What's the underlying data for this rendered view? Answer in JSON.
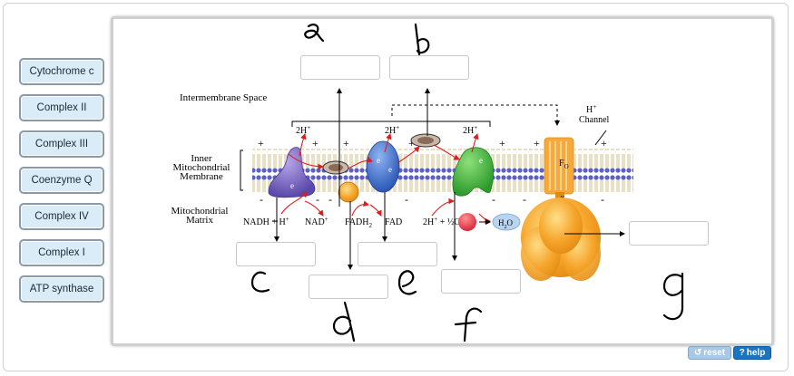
{
  "labels": [
    "Cytochrome c",
    "Complex II",
    "Complex III",
    "Coenzyme Q",
    "Complex IV",
    "Complex I",
    "ATP synthase"
  ],
  "diagram": {
    "intermembrane_space": "Intermembrane Space",
    "inner_membrane": [
      "Inner",
      "Mitochondrial",
      "Membrane"
    ],
    "matrix": [
      "Mitochondrial",
      "Matrix"
    ],
    "h_channel": "Channel",
    "h_plus": "H",
    "two_h_plus": "2H",
    "nadh": "NADH",
    "nad": "NAD",
    "fadh2": "FADH",
    "fad": "FAD",
    "water": "H",
    "fo": "F",
    "gamma": "γ",
    "electron": "e"
  },
  "handwriting": [
    "a",
    "b",
    "c",
    "d",
    "e",
    "f",
    "g"
  ],
  "controls": {
    "reset": "reset",
    "help": "help"
  }
}
